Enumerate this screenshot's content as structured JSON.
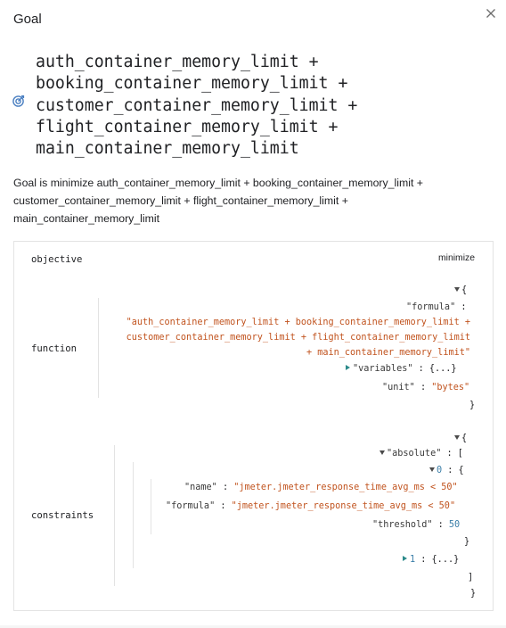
{
  "dialog": {
    "title": "Goal",
    "formula_lines": [
      "auth_container_memory_limit +",
      "booking_container_memory_limit +",
      "customer_container_memory_limit +",
      "flight_container_memory_limit +",
      "main_container_memory_limit"
    ],
    "description": "Goal is minimize auth_container_memory_limit + booking_container_memory_limit + customer_container_memory_limit + flight_container_memory_limit + main_container_memory_limit"
  },
  "panel": {
    "objective_label": "objective",
    "objective_value": "minimize",
    "function_label": "function",
    "function": {
      "open_brace": "{",
      "formula_key": "\"formula\"",
      "formula_value_lines": [
        "\"auth_container_memory_limit + booking_container_memory_limit +",
        "customer_container_memory_limit + flight_container_memory_limit",
        "+ main_container_memory_limit\""
      ],
      "variables_key": "\"variables\"",
      "variables_collapsed": "{...}",
      "unit_key": "\"unit\"",
      "unit_value": "\"bytes\"",
      "close_brace": "}"
    },
    "constraints_label": "constraints",
    "constraints": {
      "open_brace": "{",
      "absolute_key": "\"absolute\"",
      "absolute_open": "[",
      "item0_index": "0",
      "item0_open": "{",
      "name_key": "\"name\"",
      "name_value": "\"jmeter.jmeter_response_time_avg_ms < 50\"",
      "formula_key": "\"formula\"",
      "formula_value": "\"jmeter.jmeter_response_time_avg_ms < 50\"",
      "threshold_key": "\"threshold\"",
      "threshold_value": "50",
      "item0_close": "}",
      "item1_index": "1",
      "item1_collapsed": "{...}",
      "absolute_close": "]",
      "close_brace": "}"
    }
  },
  "colors": {
    "string": "#c1531e",
    "number": "#3a7ea8",
    "expander": "#2b8a8a"
  }
}
